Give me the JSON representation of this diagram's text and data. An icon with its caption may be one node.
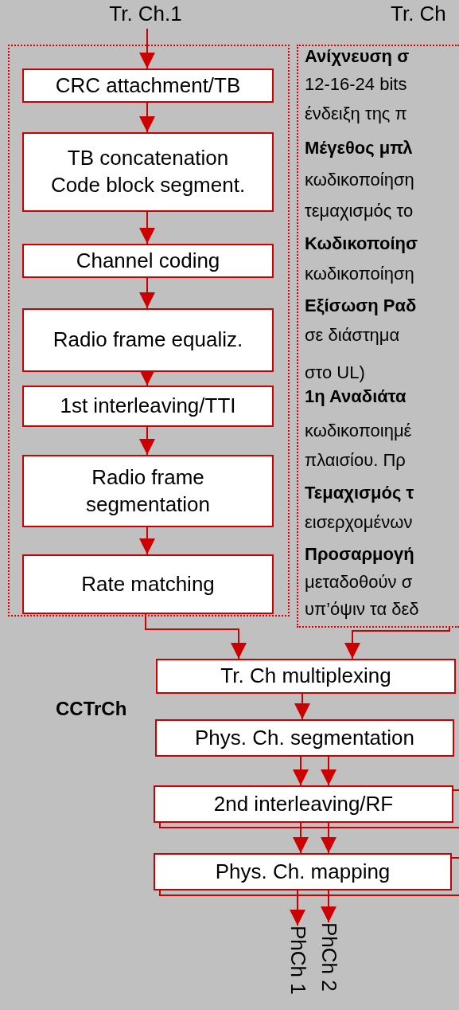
{
  "diagram": {
    "nodes": [
      {
        "text": [
          "Tr. Ch.1"
        ]
      },
      {
        "text": [],
        "shape": "box"
      },
      {
        "text": [
          "CRC attachment/TB"
        ],
        "in": 1
      },
      {
        "text": [
          "TB concatenation",
          "Code block segment."
        ],
        "in": 1
      },
      {
        "text": [
          "Channel coding"
        ],
        "in": 1
      },
      {
        "text": [
          "Radio frame equaliz."
        ],
        "in": 1
      },
      {
        "text": [
          "1st interleaving/TTI"
        ],
        "in": 1
      },
      {
        "text": [
          "Radio frame segmentation"
        ],
        "in": 1
      },
      {
        "text": [
          "Rate matching"
        ],
        "in": 1
      },
      {
        "text": [
          "Ανίχνευση σ",
          "12-16-24 bits",
          "ένδειξη της π",
          "Μέγεθος μπλ",
          "κωδικοποίηση",
          "τεμαχισμός το",
          "Κωδικοποίησ",
          "κωδικοποίηση",
          "Εξίσωση Ραδ",
          "σε διάστημα",
          "στο UL)",
          "1η Αναδιάτα",
          "κωδικοποιημέ",
          "πλαισίου. Πρ",
          "Τεμαχισμός τ",
          "εισερχομένων",
          "Προσαρμογή",
          "μεταδοθούν σ",
          "υπ’όψιν τα δεδ"
        ]
      },
      {
        "text": [
          "Tr. Ch multiplexing"
        ]
      },
      {
        "text": [
          "Phys. Ch. segmentation"
        ]
      },
      {
        "text": [
          "2nd interleaving/RF"
        ]
      },
      {
        "text": [
          "Phys. Ch. mapping"
        ]
      },
      {
        "text": [
          "PhCh 1"
        ]
      },
      {
        "text": [
          "PhCh 2"
        ]
      }
    ],
    "edges": [
      {
        "from": 0,
        "to": 2,
        "arrow": "to"
      },
      {
        "from": 2,
        "to": 3,
        "arrow": "to"
      },
      {
        "from": 3,
        "to": 4,
        "arrow": "to"
      },
      {
        "from": 4,
        "to": 5,
        "arrow": "to"
      },
      {
        "from": 5,
        "to": 6,
        "arrow": "to"
      },
      {
        "from": 6,
        "to": 7,
        "arrow": "to"
      },
      {
        "from": 7,
        "to": 8,
        "arrow": "to"
      },
      {
        "from": 8,
        "to": 10,
        "arrow": "to"
      },
      {
        "from": 9,
        "to": 10,
        "arrow": "to"
      },
      {
        "from": 10,
        "to": 11,
        "arrow": "to"
      },
      {
        "from": 11,
        "to": 12,
        "arrow": "to"
      },
      {
        "from": 11,
        "to": 12,
        "arrow": "to"
      },
      {
        "from": 12,
        "to": 13,
        "arrow": "to"
      },
      {
        "from": 12,
        "to": 13,
        "arrow": "to"
      },
      {
        "from": 13,
        "to": 14,
        "arrow": "to"
      },
      {
        "from": 13,
        "to": 15,
        "arrow": "to"
      }
    ],
    "labels": [
      "Tr. Ch",
      "CCTrCh"
    ]
  }
}
